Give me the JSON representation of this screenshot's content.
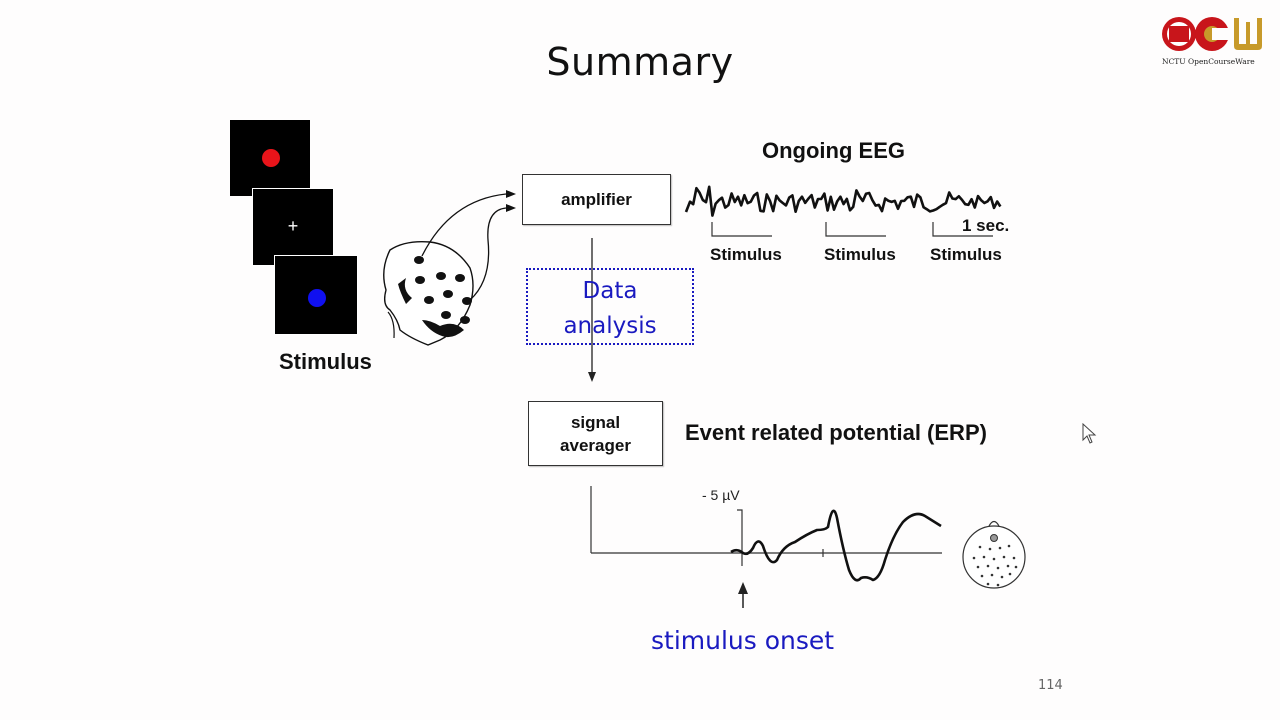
{
  "slide": {
    "title": "Summary",
    "page_number": "114"
  },
  "logo": {
    "brand": "OCW",
    "caption": "NCTU OpenCourseWare",
    "colors": {
      "red": "#c8151b",
      "gold": "#c79a2a"
    }
  },
  "stimulus": {
    "label": "Stimulus",
    "panels": [
      {
        "content": "red-dot",
        "color": "#e8141a"
      },
      {
        "content": "fixation-cross",
        "symbol": "+"
      },
      {
        "content": "blue-dot",
        "color": "#1010f0"
      }
    ]
  },
  "pipeline": {
    "amplifier_label": "amplifier",
    "data_analysis_line1": "Data",
    "data_analysis_line2": "analysis",
    "signal_averager_line1": "signal",
    "signal_averager_line2": "averager",
    "data_analysis_color": "#1a1ac0"
  },
  "eeg": {
    "title": "Ongoing EEG",
    "scale_label": "1 sec.",
    "stimulus_markers": [
      "Stimulus",
      "Stimulus",
      "Stimulus"
    ]
  },
  "erp": {
    "title": "Event related potential (ERP)",
    "amplitude_label": "- 5 µV",
    "onset_label": "stimulus onset",
    "onset_color": "#1a1ac0"
  }
}
